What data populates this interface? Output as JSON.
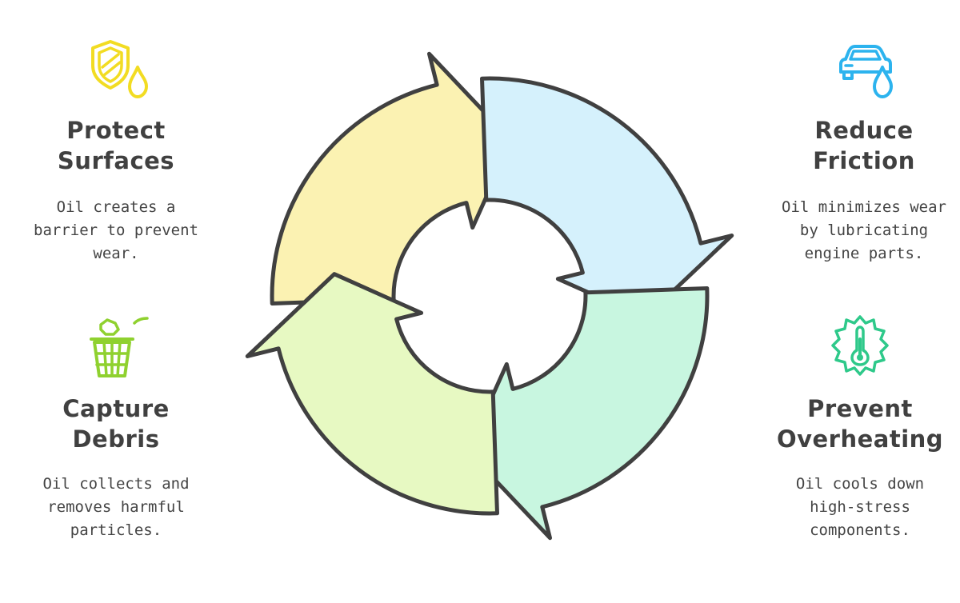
{
  "sections": {
    "protect": {
      "title_lines": [
        "Protect",
        "Surfaces"
      ],
      "desc_lines": [
        "Oil creates a",
        "barrier to prevent",
        "wear."
      ],
      "icon": "shield-drop-icon",
      "color": "#f2dc22"
    },
    "reduce": {
      "title_lines": [
        "Reduce",
        "Friction"
      ],
      "desc_lines": [
        "Oil minimizes wear",
        "by lubricating",
        "engine parts."
      ],
      "icon": "car-drop-icon",
      "color": "#2cb3ee"
    },
    "capture": {
      "title_lines": [
        "Capture",
        "Debris"
      ],
      "desc_lines": [
        "Oil collects and",
        "removes harmful",
        "particles."
      ],
      "icon": "trash-bin-icon",
      "color": "#8fd12f"
    },
    "prevent": {
      "title_lines": [
        "Prevent",
        "Overheating"
      ],
      "desc_lines": [
        "Oil cools down",
        "high-stress",
        "components."
      ],
      "icon": "thermometer-gear-icon",
      "color": "#2ec98a"
    }
  },
  "cycle": {
    "segments": [
      {
        "name": "protect",
        "fill": "#fbf2b2"
      },
      {
        "name": "reduce",
        "fill": "#d5f1fc"
      },
      {
        "name": "prevent",
        "fill": "#c8f6e0"
      },
      {
        "name": "capture",
        "fill": "#e7f9c2"
      }
    ],
    "outline": "#404040"
  }
}
